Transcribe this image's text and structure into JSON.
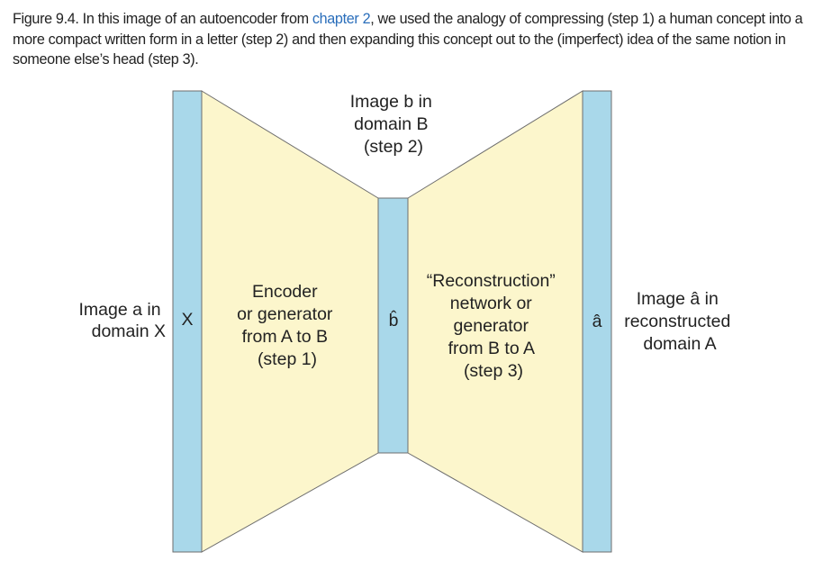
{
  "caption": {
    "prefix": "Figure 9.4. In this image of an autoencoder from ",
    "link_text": "chapter 2",
    "suffix": ", we used the analogy of compressing (step 1) a human concept into a more compact written form in a letter (step 2) and then expanding this concept out to the (imperfect) idea of the same notion in someone else’s head (step 3)."
  },
  "diagram": {
    "input_label": [
      "Image a in",
      "domain X"
    ],
    "input_symbol": "X",
    "encoder_label": [
      "Encoder",
      "or generator",
      "from A to B",
      "(step 1)"
    ],
    "bottleneck_label": [
      "Image b in",
      "domain B",
      "(step 2)"
    ],
    "bottleneck_symbol": "b̂",
    "decoder_label": [
      "“Reconstruction”",
      "network or",
      "generator",
      "from B to A",
      "(step 3)"
    ],
    "output_symbol": "â",
    "output_label": [
      "Image â in",
      "reconstructed",
      "domain A"
    ],
    "colors": {
      "bar_fill": "#a9d8ea",
      "body_fill": "#fcf6cc",
      "stroke": "#6e6e6e"
    }
  }
}
